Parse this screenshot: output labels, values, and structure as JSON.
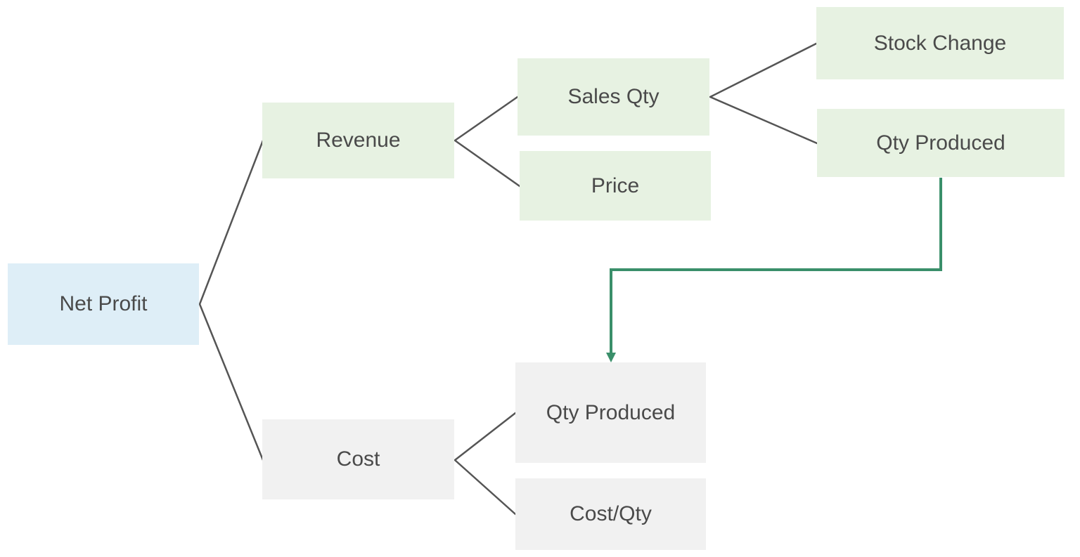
{
  "nodes": {
    "net_profit": "Net Profit",
    "revenue": "Revenue",
    "sales_qty": "Sales Qty",
    "price": "Price",
    "stock_change": "Stock Change",
    "qty_produced_revenue": "Qty Produced",
    "cost": "Cost",
    "qty_produced_cost": "Qty Produced",
    "cost_per_qty": "Cost/Qty"
  },
  "colors": {
    "root_fill": "#deeef7",
    "revenue_branch_fill": "#e7f2e2",
    "cost_branch_fill": "#f1f1f1",
    "text": "#4a4a4a",
    "connector": "#555555",
    "link_arrow": "#3a8f6a"
  }
}
